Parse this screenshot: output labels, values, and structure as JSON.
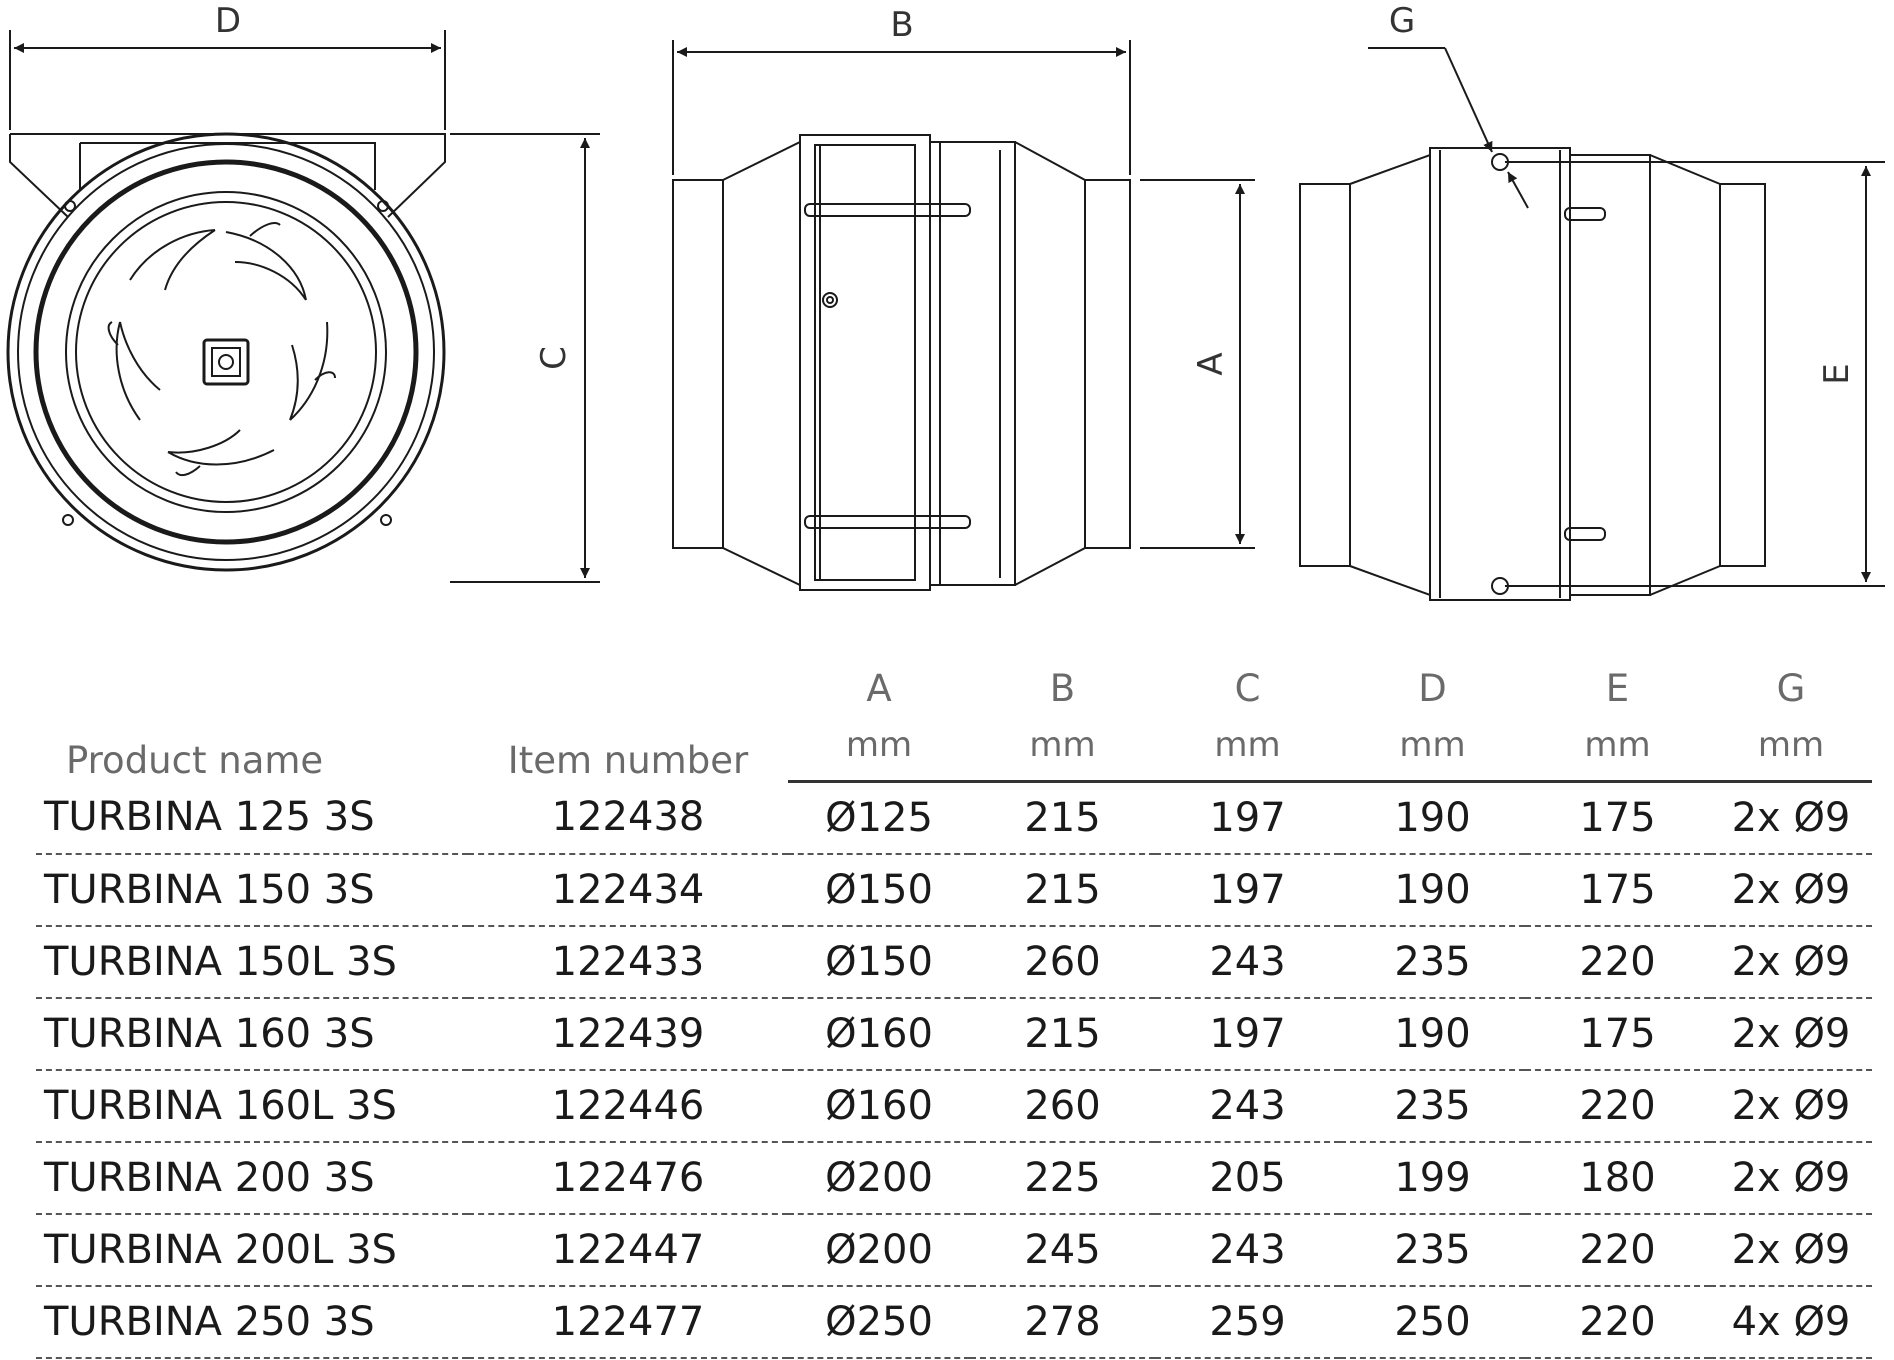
{
  "drawings": {
    "labels": {
      "d": "D",
      "b": "B",
      "g": "G",
      "c": "C",
      "a": "A",
      "e": "E"
    }
  },
  "table": {
    "headers": {
      "product_name": "Product name",
      "item_number": "Item number",
      "columns": [
        {
          "letter": "A",
          "unit": "mm"
        },
        {
          "letter": "B",
          "unit": "mm"
        },
        {
          "letter": "C",
          "unit": "mm"
        },
        {
          "letter": "D",
          "unit": "mm"
        },
        {
          "letter": "E",
          "unit": "mm"
        },
        {
          "letter": "G",
          "unit": "mm"
        }
      ]
    },
    "rows": [
      {
        "name": "TURBINA 125 3S",
        "item": "122438",
        "a": "Ø125",
        "b": "215",
        "c": "197",
        "d": "190",
        "e": "175",
        "g": "2x Ø9"
      },
      {
        "name": "TURBINA 150 3S",
        "item": "122434",
        "a": "Ø150",
        "b": "215",
        "c": "197",
        "d": "190",
        "e": "175",
        "g": "2x Ø9"
      },
      {
        "name": "TURBINA 150L 3S",
        "item": "122433",
        "a": "Ø150",
        "b": "260",
        "c": "243",
        "d": "235",
        "e": "220",
        "g": "2x Ø9"
      },
      {
        "name": "TURBINA 160 3S",
        "item": "122439",
        "a": "Ø160",
        "b": "215",
        "c": "197",
        "d": "190",
        "e": "175",
        "g": "2x Ø9"
      },
      {
        "name": "TURBINA 160L 3S",
        "item": "122446",
        "a": "Ø160",
        "b": "260",
        "c": "243",
        "d": "235",
        "e": "220",
        "g": "2x Ø9"
      },
      {
        "name": "TURBINA 200 3S",
        "item": "122476",
        "a": "Ø200",
        "b": "225",
        "c": "205",
        "d": "199",
        "e": "180",
        "g": "2x Ø9"
      },
      {
        "name": "TURBINA 200L 3S",
        "item": "122447",
        "a": "Ø200",
        "b": "245",
        "c": "243",
        "d": "235",
        "e": "220",
        "g": "2x Ø9"
      },
      {
        "name": "TURBINA 250 3S",
        "item": "122477",
        "a": "Ø250",
        "b": "278",
        "c": "259",
        "d": "250",
        "e": "220",
        "g": "4x Ø9"
      }
    ]
  }
}
